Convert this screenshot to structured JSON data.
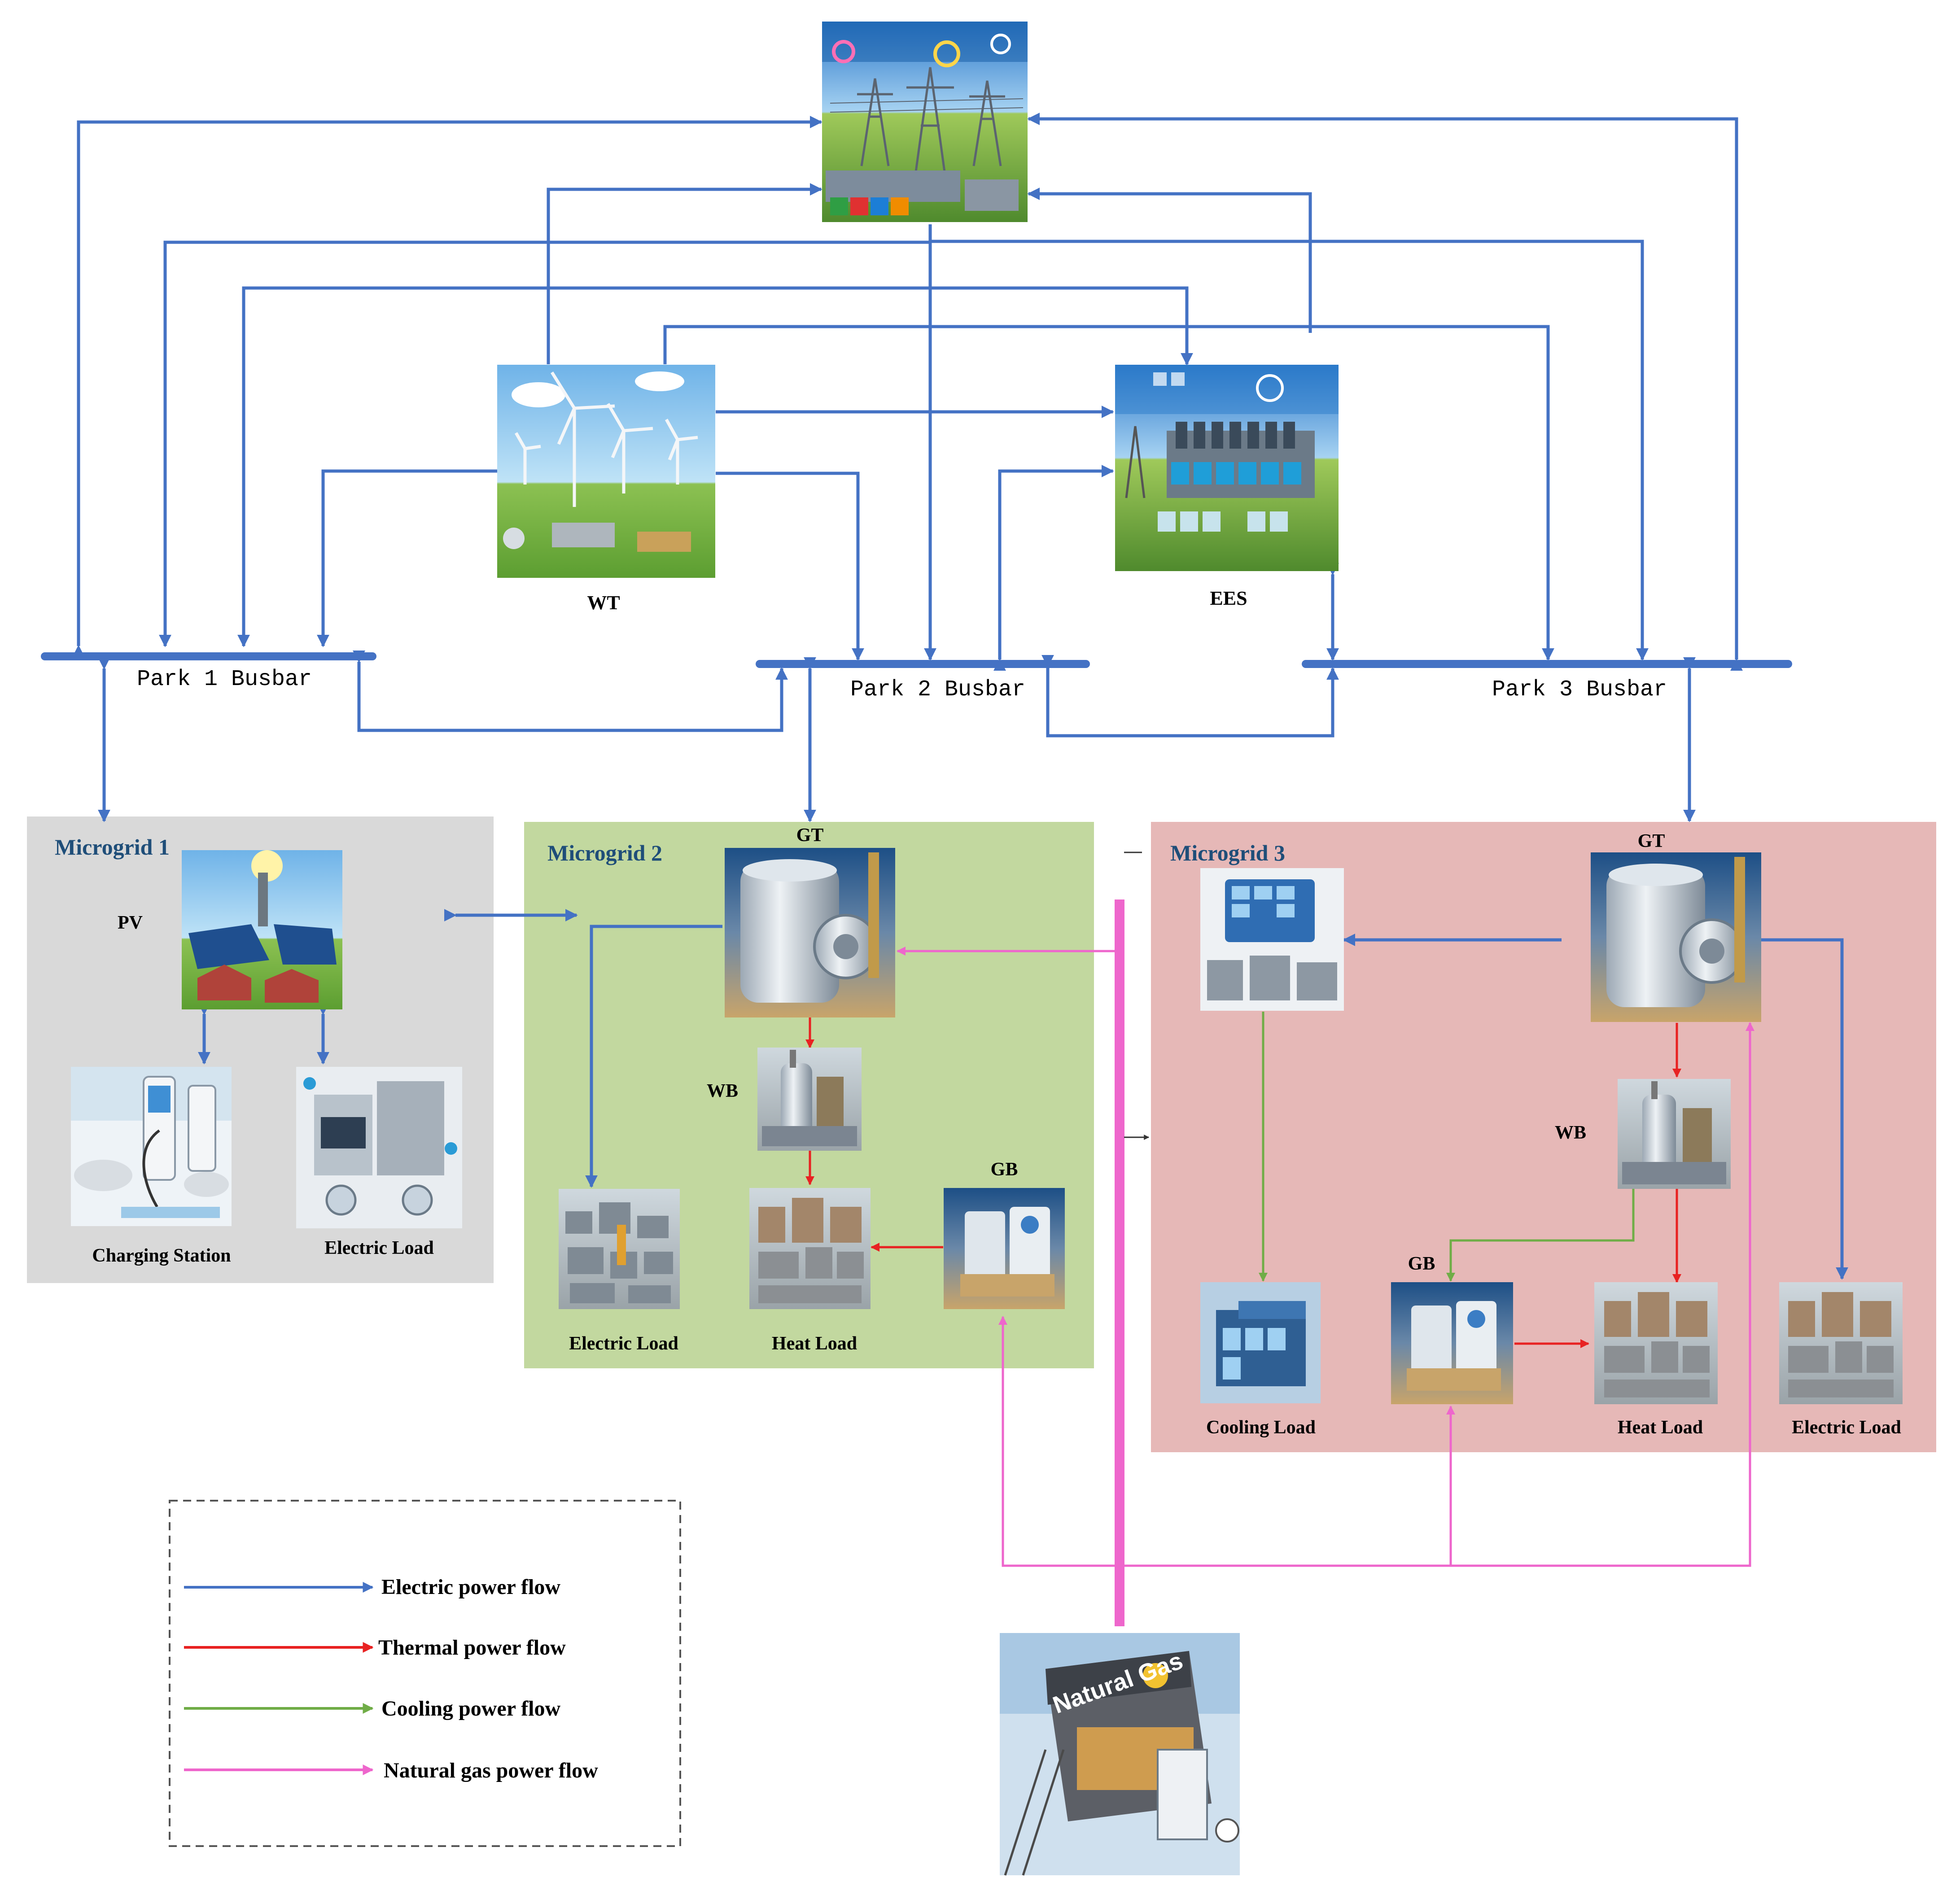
{
  "colors": {
    "electric": "#4472c4",
    "thermal": "#e82222",
    "cooling": "#70ad47",
    "gas": "#ee66cc",
    "microgrid1_bg": "#d9d9d9",
    "microgrid2_bg": "#c2d89f",
    "microgrid3_bg": "#e6b8b7",
    "microgrid_title": "#1f4e79"
  },
  "nodes": {
    "grid": {
      "label": "",
      "icon": "power-grid-substation-picture"
    },
    "wt": {
      "label": "WT",
      "icon": "wind-turbine-farm-picture"
    },
    "ees": {
      "label": "EES",
      "icon": "energy-storage-station-picture"
    },
    "natural_gas": {
      "label": "",
      "icon": "natural-gas-station-picture",
      "sign_text": "Natural Gas"
    }
  },
  "busbars": {
    "park1": "Park 1 Busbar",
    "park2": "Park 2 Busbar",
    "park3": "Park 3 Busbar"
  },
  "microgrid1": {
    "title": "Microgrid 1",
    "pv": "PV",
    "charging_station": "Charging Station",
    "electric_load": "Electric Load"
  },
  "microgrid2": {
    "title": "Microgrid 2",
    "gt": "GT",
    "wb": "WB",
    "gb": "GB",
    "electric_load": "Electric Load",
    "heat_load": "Heat Load"
  },
  "microgrid3": {
    "title": "Microgrid 3",
    "gt": "GT",
    "wb": "WB",
    "gb": "GB",
    "cooling_load": "Cooling Load",
    "heat_load": "Heat Load",
    "electric_load": "Electric Load"
  },
  "legend": {
    "electric": "Electric power flow",
    "thermal": "Thermal power flow",
    "cooling": "Cooling power flow",
    "gas": "Natural gas power flow"
  }
}
